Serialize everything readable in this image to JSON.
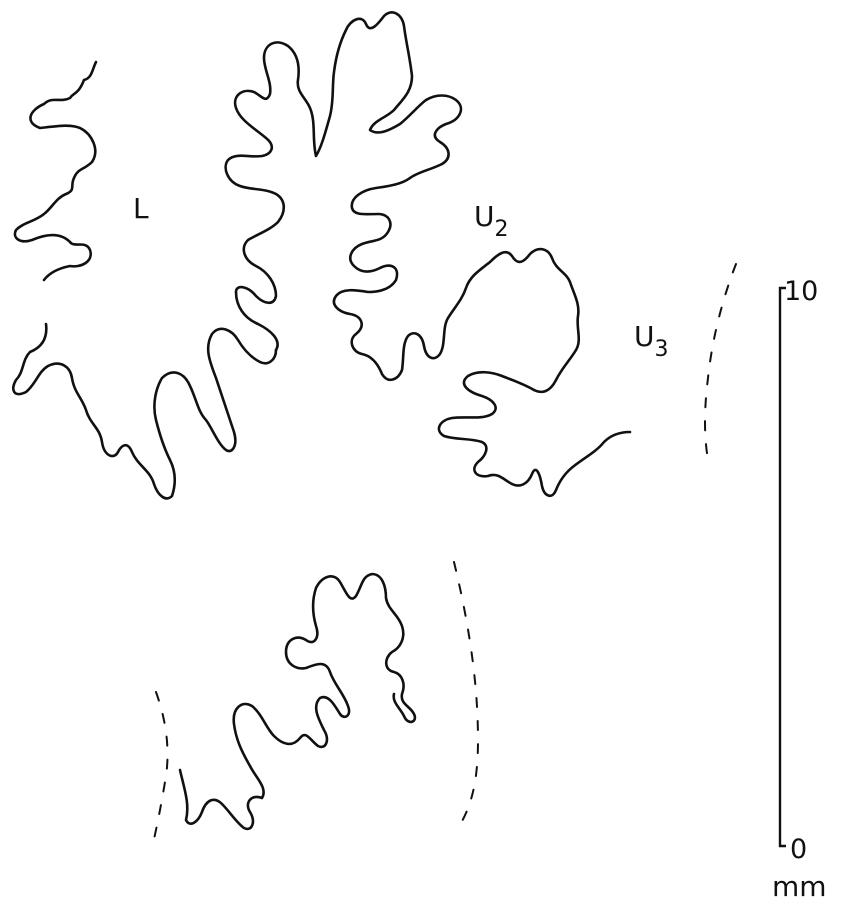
{
  "figure": {
    "lobe_labels": {
      "lateral": "L",
      "umbilical_2": {
        "base": "U",
        "sub": "2"
      },
      "umbilical_3": {
        "base": "U",
        "sub": "3"
      }
    },
    "scale_bar": {
      "top_label": "10",
      "bottom_label": "0",
      "unit": "mm"
    }
  }
}
